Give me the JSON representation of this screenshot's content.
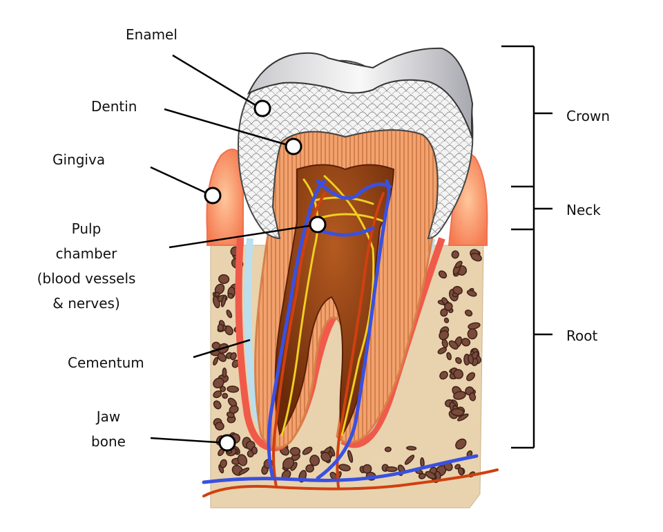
{
  "labels": {
    "enamel": "Enamel",
    "dentin": "Dentin",
    "gingiva": "Gingiva",
    "pulp": "Pulp\nchamber\n(blood vessels\n& nerves)",
    "cementum": "Cementum",
    "jaw_bone": "Jaw\nbone"
  },
  "regions": {
    "crown": "Crown",
    "neck": "Neck",
    "root": "Root"
  },
  "colors": {
    "bone": "#e8d3ae",
    "bone_pore": "#7a4a3a",
    "enamel": "#e6e6e6",
    "dentin": "#f3a772",
    "pulp": "#8a3a12",
    "gum": "#f6a07c",
    "cementum_line": "#f05a4a",
    "periodontal": "#b9dff0",
    "vein": "#3a50e0",
    "artery": "#d04010",
    "nerve": "#f0d020"
  }
}
